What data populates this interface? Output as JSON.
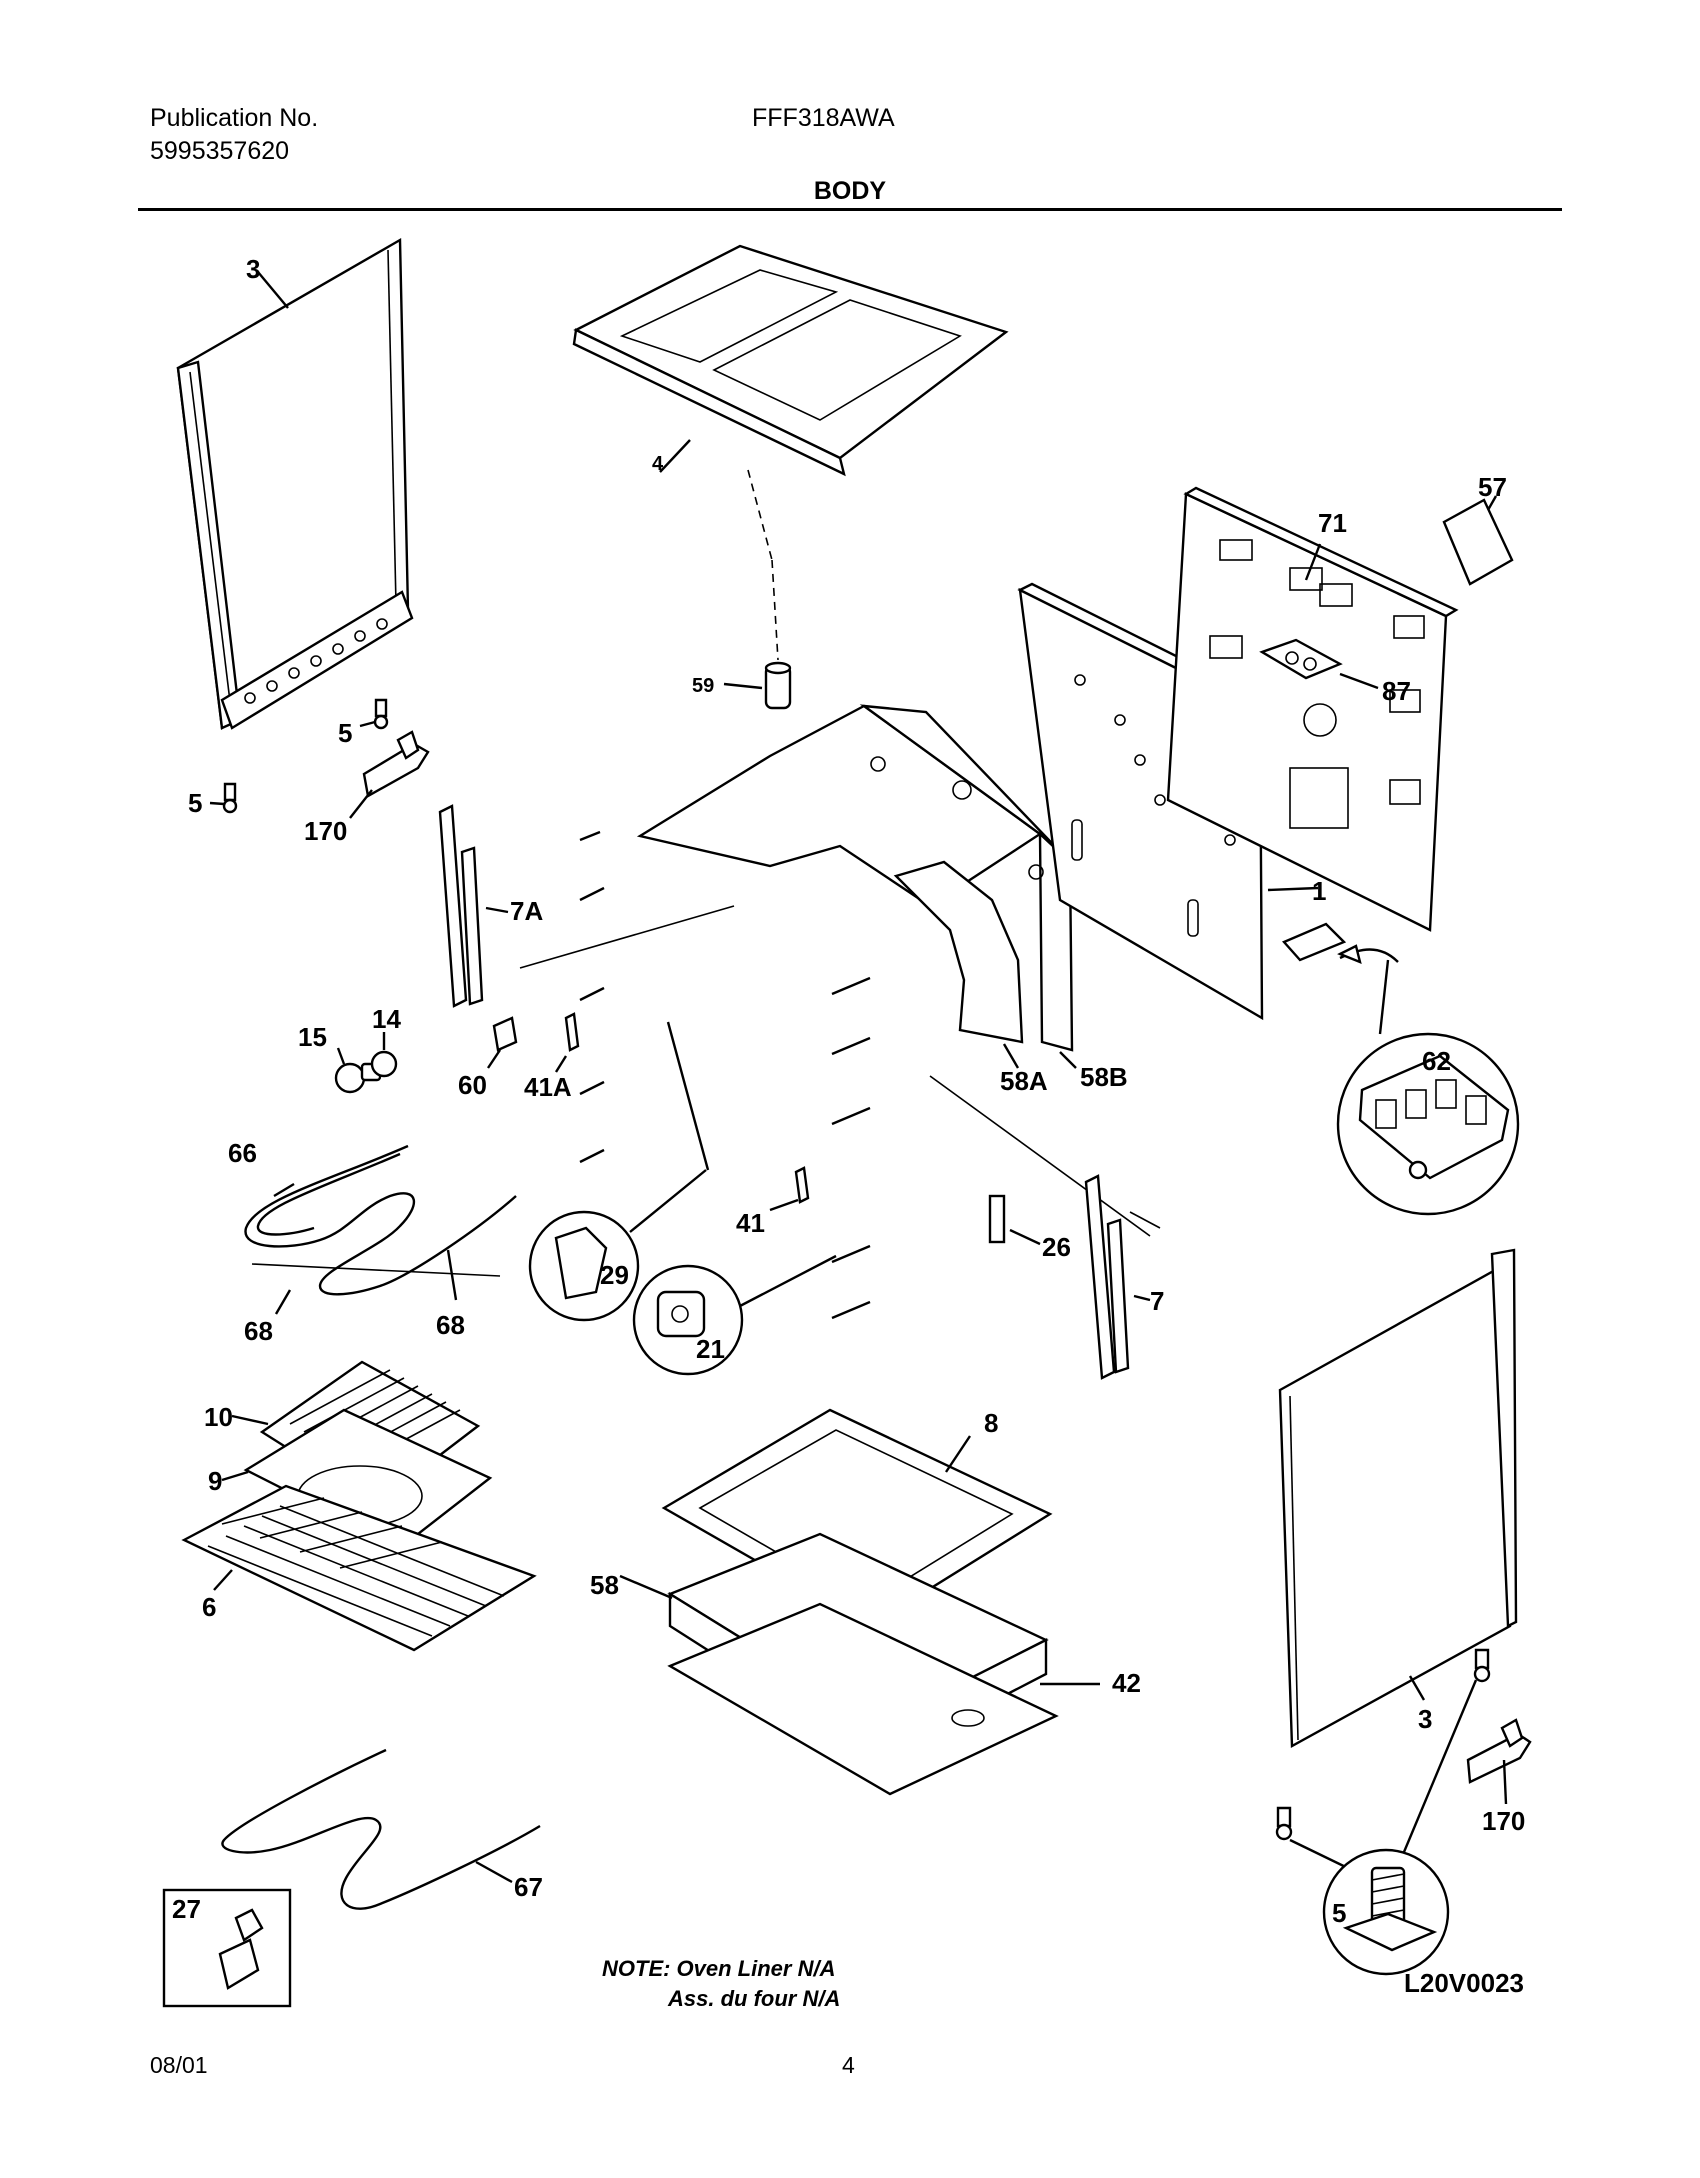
{
  "header": {
    "publication_label": "Publication No.",
    "publication_number": "5995357620",
    "model": "FFF318AWA",
    "section_title": "BODY"
  },
  "parts": {
    "p3_left": "3",
    "p3_right": "3",
    "p4": "4",
    "p57": "57",
    "p71": "71",
    "p87": "87",
    "p59": "59",
    "p1": "1",
    "p5_a": "5",
    "p5_b": "5",
    "p5_c": "5",
    "p170_left": "170",
    "p170_right": "170",
    "p7a": "7A",
    "p14": "14",
    "p15": "15",
    "p60": "60",
    "p41a": "41A",
    "p58a": "58A",
    "p58b": "58B",
    "p62": "62",
    "p66": "66",
    "p41": "41",
    "p26": "26",
    "p7": "7",
    "p29": "29",
    "p21": "21",
    "p68_a": "68",
    "p68_b": "68",
    "p10": "10",
    "p9": "9",
    "p6": "6",
    "p8": "8",
    "p58": "58",
    "p42": "42",
    "p67": "67",
    "p27": "27"
  },
  "note": {
    "line1": "NOTE: Oven Liner N/A",
    "line2": "Ass. du four N/A"
  },
  "diagram_code": "L20V0023",
  "footer": {
    "date": "08/01",
    "page": "4"
  }
}
